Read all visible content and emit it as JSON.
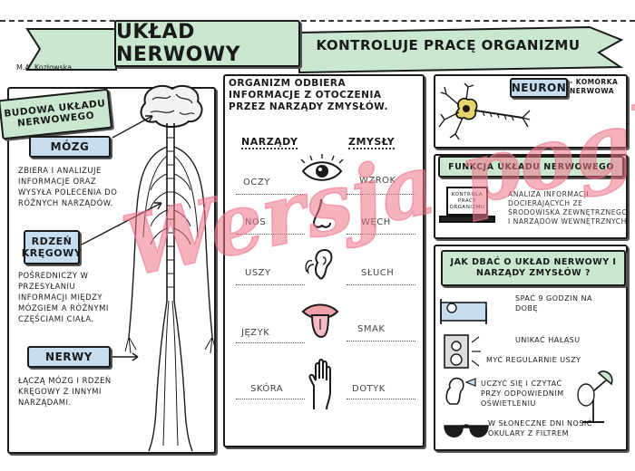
{
  "author": "M.A. Kozłowska",
  "title": "UKŁAD NERWOWY",
  "subtitle": "KONTROLUJE PRACĘ ORGANIZMU",
  "left": {
    "heading": "BUDOWA UKŁADU NERWOWEGO",
    "brain": {
      "label": "MÓZG",
      "desc": "ZBIERA I ANALIZUJE INFORMACJE ORAZ WYSYŁA POLECENIA DO RÓŻNYCH NARZĄDÓW."
    },
    "spine": {
      "label": "RDZEŃ KRĘGOWY",
      "desc": "POŚREDNICZY W PRZESYŁANIU INFORMACJI MIĘDZY MÓZGIEM A RÓŻNYMI CZĘŚCIAMI CIAŁA."
    },
    "nerves": {
      "label": "NERWY",
      "desc": "ŁĄCZĄ MÓZG I RDZEŃ KRĘGOWY Z INNYMI NARZĄDAMI."
    }
  },
  "middle": {
    "heading": "ORGANIZM ODBIERA INFORMACJE Z OTOCZENIA PRZEZ NARZĄDY ZMYSŁÓW.",
    "col_organs": "NARZĄDY",
    "col_senses": "ZMYSŁY",
    "rows": [
      {
        "organ": "OCZY",
        "sense": "WZROK",
        "icon": "eye-icon"
      },
      {
        "organ": "NOS",
        "sense": "WĘCH",
        "icon": "nose-icon"
      },
      {
        "organ": "USZY",
        "sense": "SŁUCH",
        "icon": "ear-icon"
      },
      {
        "organ": "JĘZYK",
        "sense": "SMAK",
        "icon": "tongue-icon"
      },
      {
        "organ": "SKÓRA",
        "sense": "DOTYK",
        "icon": "hand-icon"
      }
    ]
  },
  "neuron": {
    "label": "NEURON",
    "definition": "- KOMÓRKA NERWOWA"
  },
  "function": {
    "title": "FUNKCJA UKŁADU NERWOWEGO",
    "text": "ANALIZA INFORMACJI DOCIERAJĄCYCH ZE ŚRODOWISKA ZEWNĘTRZNEGO I NARZĄDÓW WEWNĘTRZNYCH",
    "laptop_text": "KONTROLA PRACY ORGANIZMU"
  },
  "care": {
    "title": "JAK DBAĆ O UKŁAD NERWOWY I NARZĄDY ZMYSŁÓW ?",
    "tips": [
      "SPAĆ 9 GODZIN NA DOBĘ",
      "UNIKAĆ HAŁASU",
      "MYĆ REGULARNIE USZY",
      "UCZYĆ SIĘ I CZYTAĆ PRZY ODPOWIEDNIM OŚWIETLENIU",
      "W SŁONECZNE DNI NOSIĆ OKULARY Z FILTREM"
    ]
  },
  "watermark": "Wersja poglądowa",
  "colors": {
    "mint": "#c9e8cf",
    "blue": "#c6dcef",
    "watermark": "#ef7488"
  }
}
